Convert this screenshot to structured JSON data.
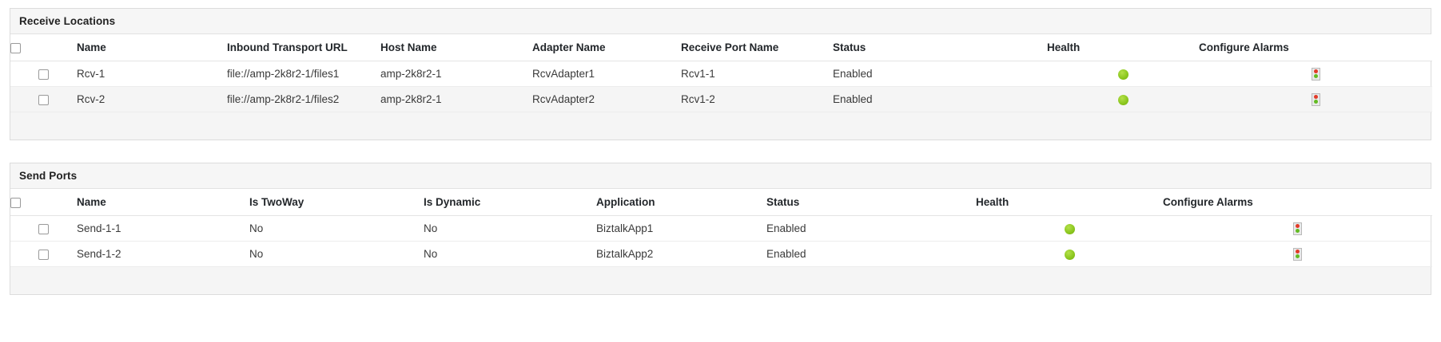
{
  "receive_locations": {
    "title": "Receive Locations",
    "select_all_label": "select-all",
    "columns": [
      "",
      "Name",
      "Inbound Transport URL",
      "Host Name",
      "Adapter Name",
      "Receive Port Name",
      "Status",
      "Health",
      "Configure Alarms"
    ],
    "rows": [
      {
        "name": "Rcv-1",
        "inbound_transport_url": "file://amp-2k8r2-1/files1",
        "host_name": "amp-2k8r2-1",
        "adapter_name": "RcvAdapter1",
        "receive_port_name": "Rcv1-1",
        "status": "Enabled",
        "health": "healthy",
        "alarm_icon": "traffic-light-icon"
      },
      {
        "name": "Rcv-2",
        "inbound_transport_url": "file://amp-2k8r2-1/files2",
        "host_name": "amp-2k8r2-1",
        "adapter_name": "RcvAdapter2",
        "receive_port_name": "Rcv1-2",
        "status": "Enabled",
        "health": "healthy",
        "alarm_icon": "traffic-light-icon"
      }
    ]
  },
  "send_ports": {
    "title": "Send Ports",
    "select_all_label": "select-all",
    "columns": [
      "",
      "Name",
      "Is TwoWay",
      "Is Dynamic",
      "Application",
      "Status",
      "Health",
      "Configure Alarms"
    ],
    "rows": [
      {
        "name": "Send-1-1",
        "is_twoway": "No",
        "is_dynamic": "No",
        "application": "BiztalkApp1",
        "status": "Enabled",
        "health": "healthy",
        "alarm_icon": "traffic-light-icon"
      },
      {
        "name": "Send-1-2",
        "is_twoway": "No",
        "is_dynamic": "No",
        "application": "BiztalkApp2",
        "status": "Enabled",
        "health": "healthy",
        "alarm_icon": "traffic-light-icon"
      }
    ]
  },
  "colors": {
    "health_green": "#8dc820",
    "alarm_red": "#e23a28",
    "alarm_green": "#62bb22",
    "panel_header_bg": "#f6f6f6",
    "row_alt_bg": "#f5f5f5",
    "border": "#dcdcdc"
  }
}
